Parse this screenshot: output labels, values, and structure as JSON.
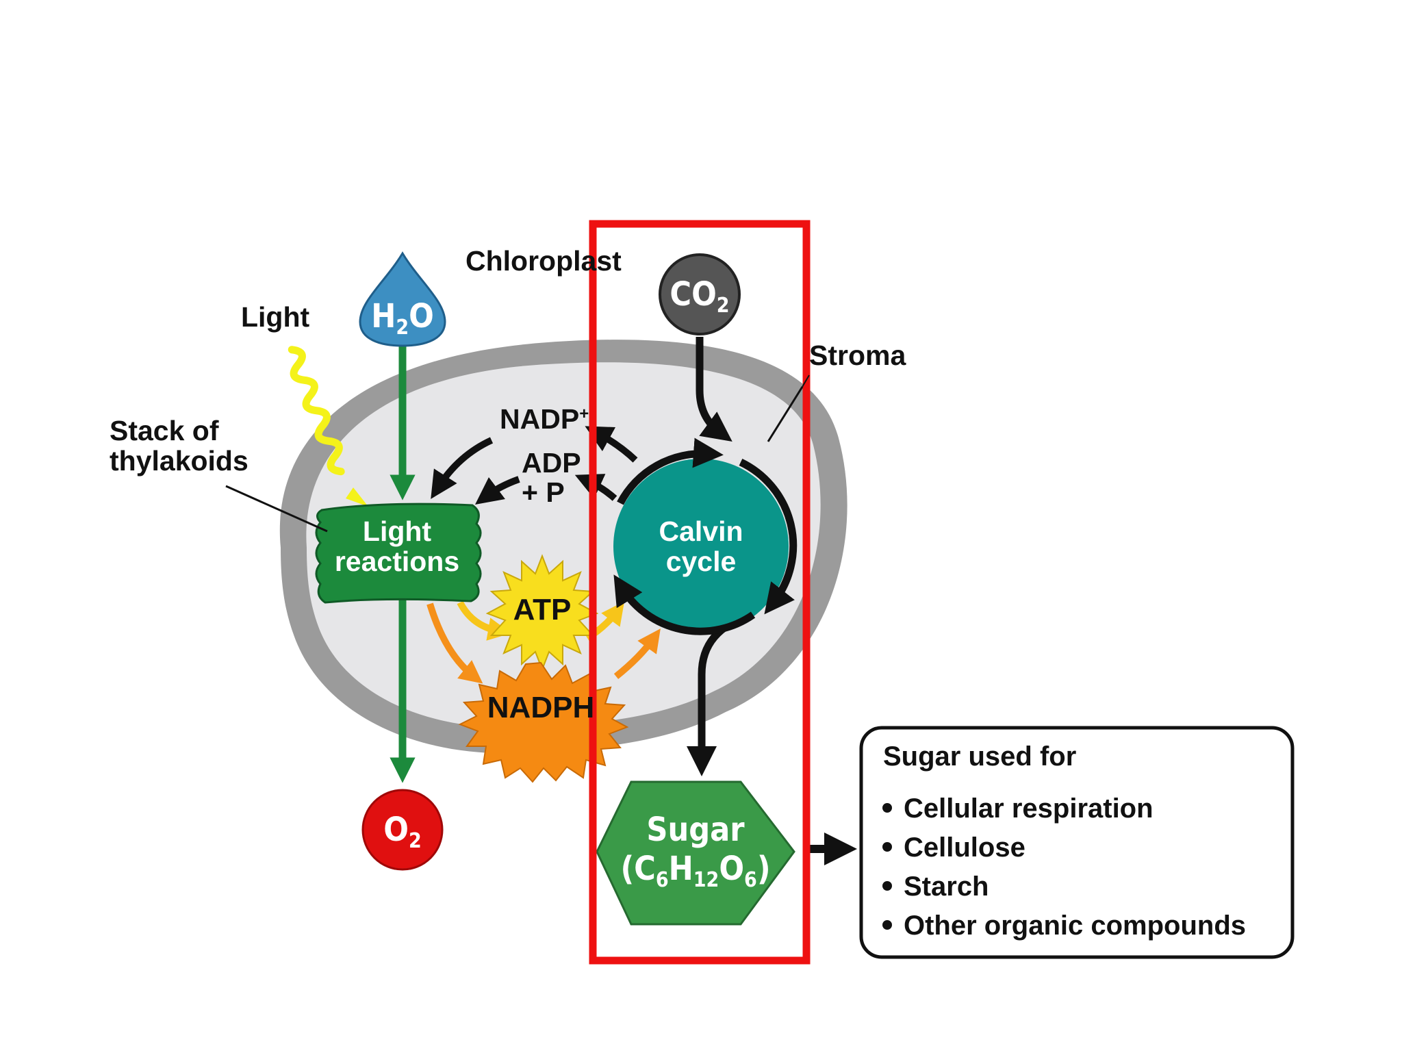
{
  "labels": {
    "chloroplast": "Chloroplast",
    "light": "Light",
    "stack_line1": "Stack of",
    "stack_line2": "thylakoids",
    "stroma": "Stroma",
    "nadp": "NADP",
    "nadp_sup": "+",
    "adp": "ADP",
    "plus_p": "+ P",
    "light_reactions_line1": "Light",
    "light_reactions_line2": "reactions",
    "calvin_line1": "Calvin",
    "calvin_line2": "cycle",
    "atp": "ATP",
    "nadph": "NADPH"
  },
  "molecules": {
    "h2o_main": "H",
    "h2o_sub": "2",
    "h2o_tail": "O",
    "co2_main": "CO",
    "co2_sub": "2",
    "o2_main": "O",
    "o2_sub": "2",
    "sugar_line1": "Sugar",
    "sugar_f1": "(C",
    "sugar_f2": "6",
    "sugar_f3": "H",
    "sugar_f4": "12",
    "sugar_f5": "O",
    "sugar_f6": "6",
    "sugar_f7": ")"
  },
  "sugar_uses": {
    "title": "Sugar used for",
    "items": [
      "Cellular respiration",
      "Cellulose",
      "Starch",
      "Other organic compounds"
    ]
  },
  "colors": {
    "membrane": "#9b9b9b",
    "stroma_fill": "#e6e6e8",
    "light_reactions": "#1c8a3c",
    "calvin_cycle": "#0a958a",
    "water": "#3d8fc2",
    "co2": "#555555",
    "o2": "#e01010",
    "sugar": "#3a9a48",
    "atp": "#f8de1e",
    "nadph": "#f58a12",
    "highlight_box": "#ee1111",
    "light_ray": "#f4f21a"
  }
}
